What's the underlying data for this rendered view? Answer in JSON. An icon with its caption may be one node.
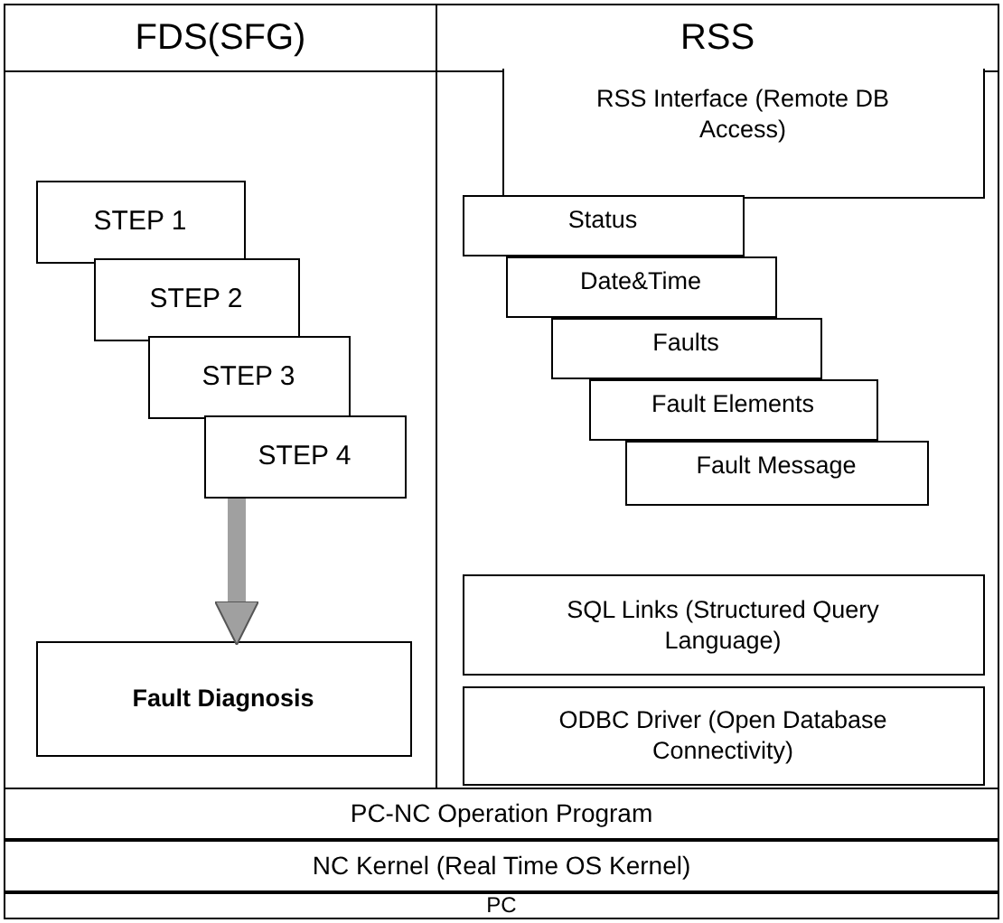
{
  "diagram": {
    "nodes": [
      {
        "text": [
          "FDS(SFG)"
        ]
      },
      {
        "text": [
          "STEP 1"
        ],
        "in": 0
      },
      {
        "text": [
          "STEP 2"
        ],
        "in": 0
      },
      {
        "text": [
          "STEP 3"
        ],
        "in": 0
      },
      {
        "text": [
          "STEP 4"
        ],
        "in": 0
      },
      {
        "text": [
          "Fault Diagnosis"
        ],
        "in": 0
      },
      {
        "text": [
          "RSS"
        ]
      },
      {
        "text": [
          "RSS Interface (Remote DB Access)"
        ],
        "in": 6
      },
      {
        "text": [
          "Status"
        ],
        "in": 6
      },
      {
        "text": [
          "Date&Time"
        ],
        "in": 6
      },
      {
        "text": [
          "Faults"
        ],
        "in": 6
      },
      {
        "text": [
          "Fault Elements"
        ],
        "in": 6
      },
      {
        "text": [
          "Fault Message"
        ],
        "in": 6
      },
      {
        "text": [
          "SQL Links (Structured Query Language)"
        ],
        "in": 6
      },
      {
        "text": [
          "ODBC Driver (Open Database Connectivity)"
        ],
        "in": 6
      },
      {
        "text": [
          "PC-NC Operation Program"
        ]
      },
      {
        "text": [
          "NC Kernel (Real Time OS Kernel)"
        ]
      },
      {
        "text": [
          "PC"
        ]
      }
    ],
    "edges": [
      {
        "from": 4,
        "to": 5,
        "arrow": "to"
      }
    ]
  }
}
